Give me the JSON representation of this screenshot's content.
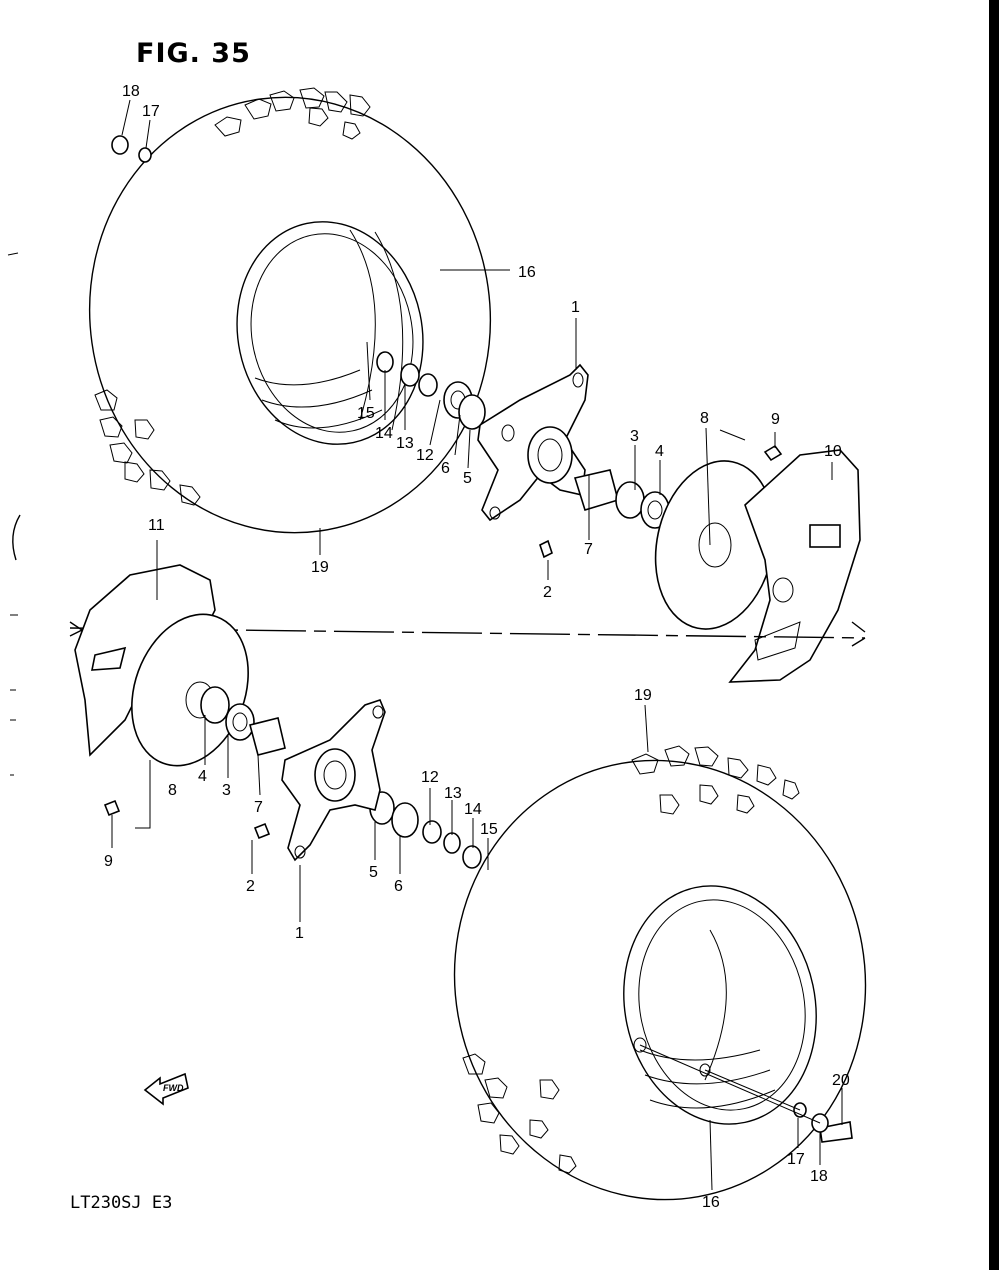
{
  "figure_title": "FIG. 35",
  "model_code": "LT230SJ E3",
  "fwd_label": "FWD",
  "callouts": [
    {
      "id": "c18a",
      "label": "18"
    },
    {
      "id": "c17a",
      "label": "17"
    },
    {
      "id": "c16a",
      "label": "16"
    },
    {
      "id": "c1a",
      "label": "1"
    },
    {
      "id": "c15a",
      "label": "15"
    },
    {
      "id": "c14a",
      "label": "14"
    },
    {
      "id": "c13a",
      "label": "13"
    },
    {
      "id": "c12a",
      "label": "12"
    },
    {
      "id": "c6a",
      "label": "6"
    },
    {
      "id": "c5a",
      "label": "5"
    },
    {
      "id": "c3a",
      "label": "3"
    },
    {
      "id": "c4a",
      "label": "4"
    },
    {
      "id": "c8a",
      "label": "8"
    },
    {
      "id": "c9a",
      "label": "9"
    },
    {
      "id": "c10a",
      "label": "10"
    },
    {
      "id": "c7a",
      "label": "7"
    },
    {
      "id": "c2a",
      "label": "2"
    },
    {
      "id": "c19a",
      "label": "19"
    },
    {
      "id": "c11b",
      "label": "11"
    },
    {
      "id": "c4b",
      "label": "4"
    },
    {
      "id": "c3b",
      "label": "3"
    },
    {
      "id": "c7b",
      "label": "7"
    },
    {
      "id": "c8b",
      "label": "8"
    },
    {
      "id": "c9b",
      "label": "9"
    },
    {
      "id": "c2b",
      "label": "2"
    },
    {
      "id": "c1b",
      "label": "1"
    },
    {
      "id": "c5b",
      "label": "5"
    },
    {
      "id": "c6b",
      "label": "6"
    },
    {
      "id": "c12b",
      "label": "12"
    },
    {
      "id": "c13b",
      "label": "13"
    },
    {
      "id": "c14b",
      "label": "14"
    },
    {
      "id": "c15b",
      "label": "15"
    },
    {
      "id": "c19b",
      "label": "19"
    },
    {
      "id": "c20b",
      "label": "20"
    },
    {
      "id": "c17b",
      "label": "17"
    },
    {
      "id": "c16b",
      "label": "16"
    },
    {
      "id": "c18b",
      "label": "18"
    }
  ]
}
